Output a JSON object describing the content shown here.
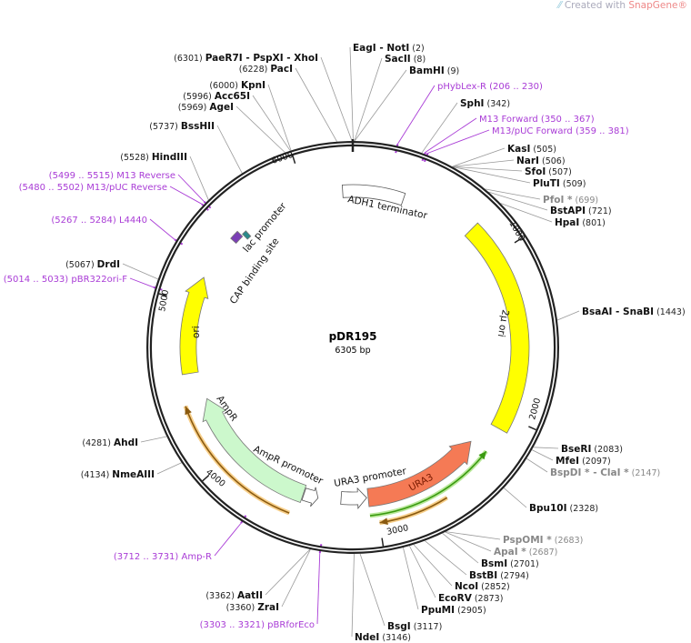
{
  "credit": {
    "prefix": "Created with",
    "brand": "SnapGene®"
  },
  "plasmid": {
    "name": "pDR195",
    "length_label": "6305 bp",
    "length": 6305
  },
  "ticks": [
    "1000",
    "2000",
    "3000",
    "4000",
    "5000",
    "6000"
  ],
  "sites": [
    {
      "name": "EagI  -  NotI",
      "pos": "(2)",
      "bp": 2,
      "grey": false
    },
    {
      "name": "SacII",
      "pos": "(8)",
      "bp": 8,
      "grey": false
    },
    {
      "name": "BamHI",
      "pos": "(9)",
      "bp": 9,
      "grey": false
    },
    {
      "name": "SphI",
      "pos": "(342)",
      "bp": 342,
      "grey": false
    },
    {
      "name": "KasI",
      "pos": "(505)",
      "bp": 505,
      "grey": false
    },
    {
      "name": "NarI",
      "pos": "(506)",
      "bp": 506,
      "grey": false
    },
    {
      "name": "SfoI",
      "pos": "(507)",
      "bp": 507,
      "grey": false
    },
    {
      "name": "PluTI",
      "pos": "(509)",
      "bp": 509,
      "grey": false
    },
    {
      "name": "PfoI *",
      "pos": "(699)",
      "bp": 699,
      "grey": true
    },
    {
      "name": "BstAPI",
      "pos": "(721)",
      "bp": 721,
      "grey": false
    },
    {
      "name": "HpaI",
      "pos": "(801)",
      "bp": 801,
      "grey": false
    },
    {
      "name": "BsaAI  -  SnaBI",
      "pos": "(1443)",
      "bp": 1443,
      "grey": false
    },
    {
      "name": "BseRI",
      "pos": "(2083)",
      "bp": 2083,
      "grey": false
    },
    {
      "name": "MfeI",
      "pos": "(2097)",
      "bp": 2097,
      "grey": false
    },
    {
      "name": "BspDI *  -  ClaI *",
      "pos": "(2147)",
      "bp": 2147,
      "grey": true
    },
    {
      "name": "Bpu10I",
      "pos": "(2328)",
      "bp": 2328,
      "grey": false
    },
    {
      "name": "PspOMI *",
      "pos": "(2683)",
      "bp": 2683,
      "grey": true
    },
    {
      "name": "ApaI *",
      "pos": "(2687)",
      "bp": 2687,
      "grey": true
    },
    {
      "name": "BsmI",
      "pos": "(2701)",
      "bp": 2701,
      "grey": false
    },
    {
      "name": "BstBI",
      "pos": "(2794)",
      "bp": 2794,
      "grey": false
    },
    {
      "name": "NcoI",
      "pos": "(2852)",
      "bp": 2852,
      "grey": false
    },
    {
      "name": "EcoRV",
      "pos": "(2873)",
      "bp": 2873,
      "grey": false
    },
    {
      "name": "PpuMI",
      "pos": "(2905)",
      "bp": 2905,
      "grey": false
    },
    {
      "name": "BsgI",
      "pos": "(3117)",
      "bp": 3117,
      "grey": false
    },
    {
      "name": "NdeI",
      "pos": "(3146)",
      "bp": 3146,
      "grey": false
    },
    {
      "name": "ZraI",
      "pos": "(3360)",
      "bp": 3360,
      "grey": false
    },
    {
      "name": "AatII",
      "pos": "(3362)",
      "bp": 3362,
      "grey": false
    },
    {
      "name": "NmeAIII",
      "pos": "(4134)",
      "bp": 4134,
      "grey": false
    },
    {
      "name": "AhdI",
      "pos": "(4281)",
      "bp": 4281,
      "grey": false
    },
    {
      "name": "DrdI",
      "pos": "(5067)",
      "bp": 5067,
      "grey": false
    },
    {
      "name": "HindIII",
      "pos": "(5528)",
      "bp": 5528,
      "grey": false
    },
    {
      "name": "BssHII",
      "pos": "(5737)",
      "bp": 5737,
      "grey": false
    },
    {
      "name": "AgeI",
      "pos": "(5969)",
      "bp": 5969,
      "grey": false
    },
    {
      "name": "Acc65I",
      "pos": "(5996)",
      "bp": 5996,
      "grey": false
    },
    {
      "name": "KpnI",
      "pos": "(6000)",
      "bp": 6000,
      "grey": false
    },
    {
      "name": "PacI",
      "pos": "(6228)",
      "bp": 6228,
      "grey": false
    },
    {
      "name": "PaeR7I  -  PspXI  -  XhoI",
      "pos": "(6301)",
      "bp": 6301,
      "grey": false
    }
  ],
  "primers": [
    {
      "name": "pHybLex-R",
      "range": "(206 .. 230)",
      "bp": 218
    },
    {
      "name": "M13 Forward",
      "range": "(350 .. 367)",
      "bp": 358
    },
    {
      "name": "M13/pUC Forward",
      "range": "(359 .. 381)",
      "bp": 370
    },
    {
      "name": "M13 Reverse",
      "range": "(5499 .. 5515)",
      "bp": 5507
    },
    {
      "name": "M13/pUC Reverse",
      "range": "(5480 .. 5502)",
      "bp": 5491
    },
    {
      "name": "L4440",
      "range": "(5267 .. 5284)",
      "bp": 5275
    },
    {
      "name": "pBR322ori-F",
      "range": "(5014 .. 5033)",
      "bp": 5023
    },
    {
      "name": "Amp-R",
      "range": "(3712 .. 3731)",
      "bp": 3721
    },
    {
      "name": "pBRforEco",
      "range": "(3303 .. 3321)",
      "bp": 3312
    }
  ],
  "features": [
    {
      "name": "2μ ori",
      "start": 790,
      "end": 2085,
      "dir": "none",
      "color": "#ffff00"
    },
    {
      "name": "ori",
      "start": 4570,
      "end": 5170,
      "dir": "fwd",
      "color": "#ffff00"
    },
    {
      "name": "AmpR",
      "start": 3480,
      "end": 4390,
      "dir": "fwd",
      "color": "#ccf8cc"
    },
    {
      "name": "AmpR promoter",
      "start": 3380,
      "end": 3475,
      "dir": "rev",
      "color": "#ffffff"
    },
    {
      "name": "URA3",
      "start": 2250,
      "end": 3050,
      "dir": "rev",
      "color": "#f57a55"
    },
    {
      "name": "URA3 promoter",
      "start": 3060,
      "end": 3230,
      "dir": "rev",
      "color": "#ffffff"
    },
    {
      "name": "ADH1 terminator",
      "start": 6240,
      "end": 330,
      "dir": "none",
      "color": "#ffffff"
    },
    {
      "name": "lac promoter",
      "start": 5460,
      "end": 5520,
      "dir": "none",
      "color": "#7b3fb5"
    },
    {
      "name": "CAP binding site",
      "start": 5530,
      "end": 5560,
      "dir": "none",
      "color": "#2a8a8a"
    }
  ],
  "orfs": [
    {
      "start": 2240,
      "end": 3050,
      "dir": "rev",
      "color": "#3a9a10"
    },
    {
      "start": 2590,
      "end": 3000,
      "dir": "fwd",
      "color": "#8a5a10"
    },
    {
      "start": 3520,
      "end": 4390,
      "dir": "fwd",
      "color": "#8a5a10"
    }
  ]
}
